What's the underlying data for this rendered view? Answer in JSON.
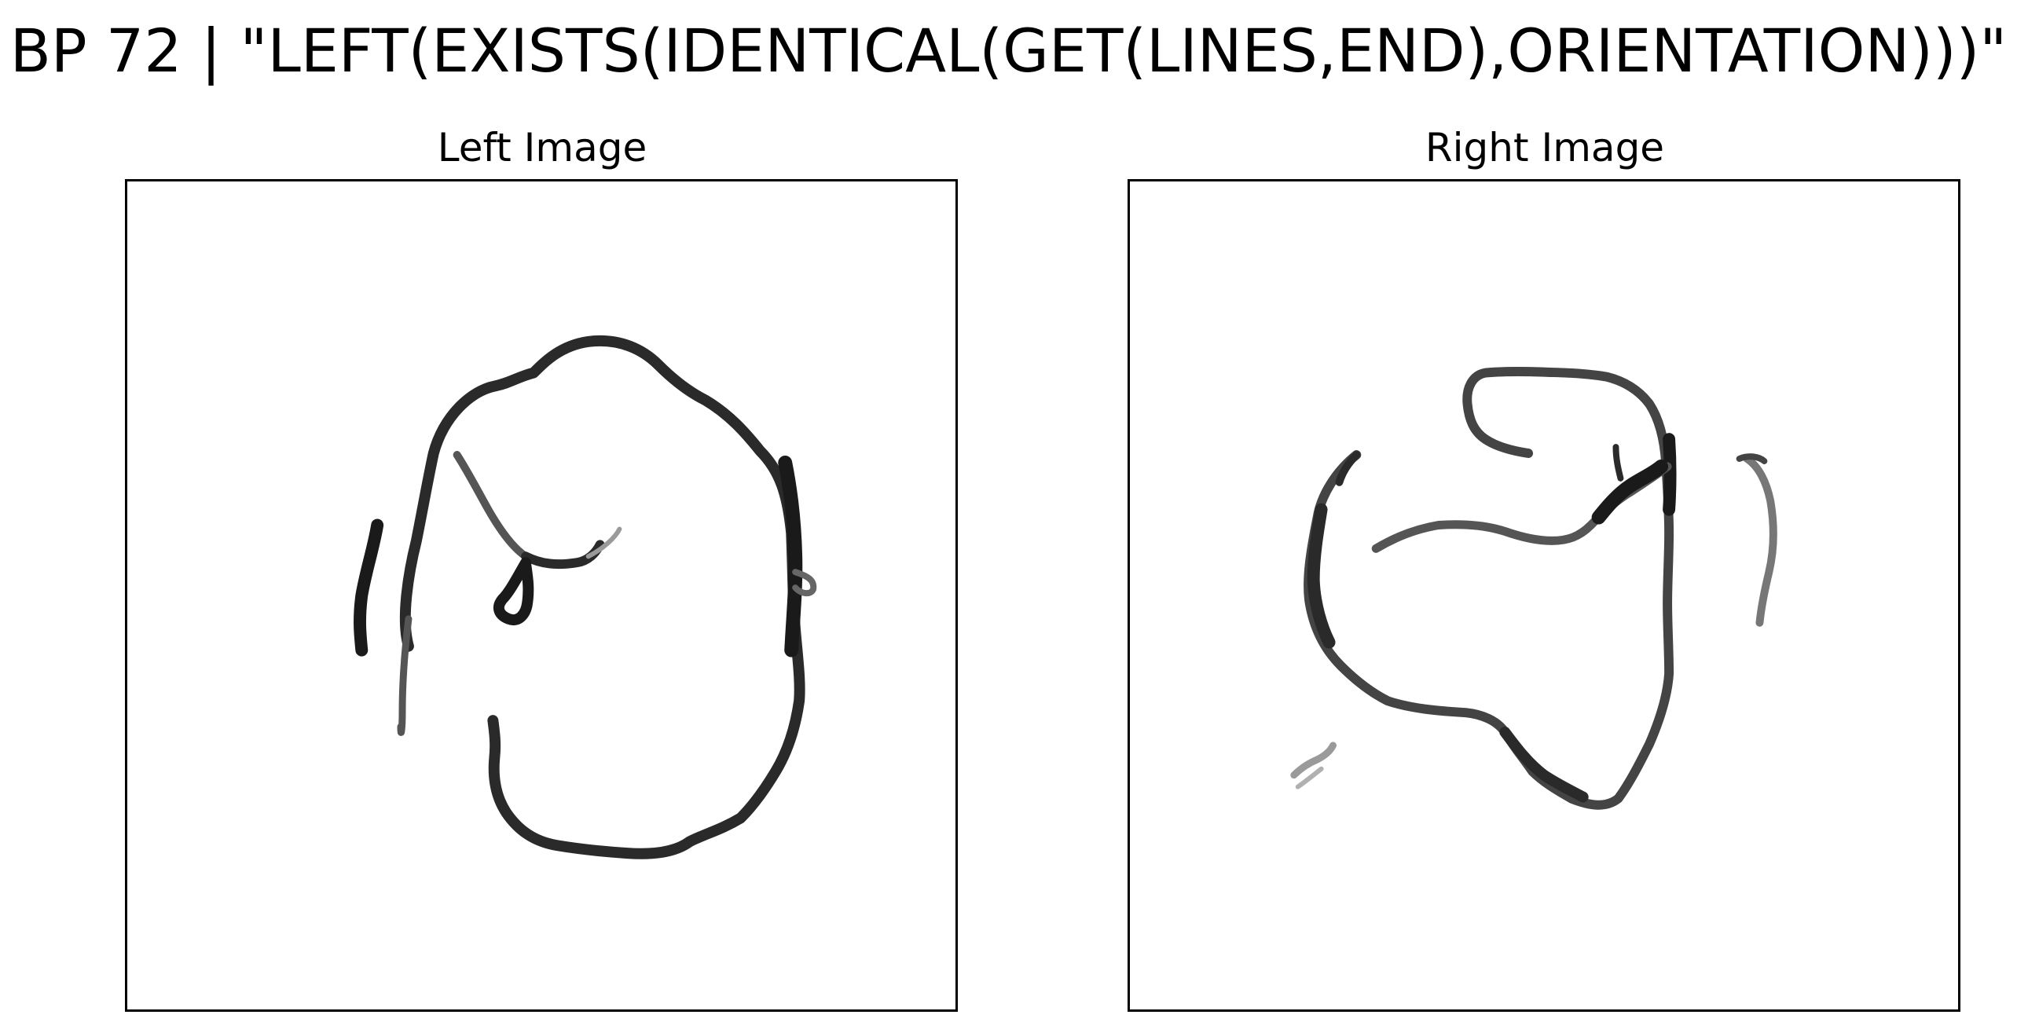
{
  "figure": {
    "title": "BP 72 | \"LEFT(EXISTS(IDENTICAL(GET(LINES,END),ORIENTATION)))\""
  },
  "panels": [
    {
      "title": "Left Image"
    },
    {
      "title": "Right Image"
    }
  ],
  "colors": {
    "background": "#ffffff",
    "frame": "#000000",
    "stroke_dark": "#1a1a1a",
    "stroke_mid": "#555555",
    "stroke_light": "#9a9a9a"
  }
}
